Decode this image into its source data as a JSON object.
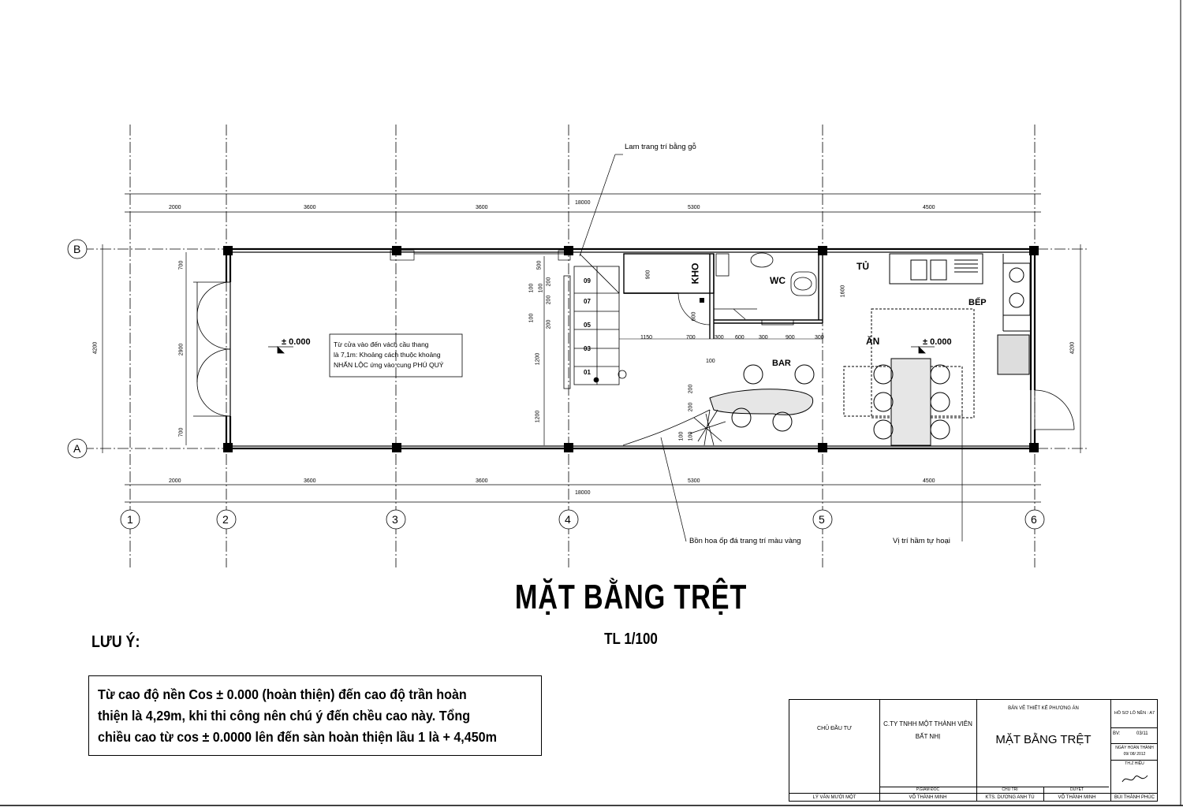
{
  "drawing": {
    "title": "MẶT BẰNG TRỆT",
    "scale": "TL 1/100",
    "note_label": "LƯU Ý:",
    "note_lines": [
      "Từ cao độ nền Cos ± 0.000  (hoàn thiện)  đến cao độ trần hoàn",
      "thiện là 4,29m, khi thi công nên chú ý đến chều cao này. Tổng",
      "chiều cao từ cos ± 0.0000 lên đến sàn hoàn thiện lầu 1 là + 4,450m"
    ]
  },
  "plan": {
    "grid_cols": [
      "1",
      "2",
      "3",
      "4",
      "5",
      "6"
    ],
    "grid_rows": [
      "B",
      "A"
    ],
    "dims_top": [
      "2000",
      "3600",
      "3600",
      "5300",
      "4500"
    ],
    "dims_bottom": [
      "2000",
      "3600",
      "3600",
      "5300",
      "4500"
    ],
    "total": "18000",
    "total_bottom": "18000",
    "side_left": "4200",
    "side_right": "4200",
    "left_dims": [
      "700",
      "2900",
      "700"
    ],
    "stair_dims": [
      "500",
      "200",
      "100",
      "100",
      "200",
      "100",
      "200",
      "1200",
      "1200"
    ],
    "wc_dims": [
      "1150",
      "700",
      "300",
      "600",
      "300",
      "900",
      "300"
    ],
    "misc_dims": [
      "900",
      "600",
      "1600",
      "100",
      "200",
      "200",
      "100",
      "100"
    ],
    "stair_steps": [
      "09",
      "07",
      "05",
      "03",
      "01"
    ],
    "rooms": {
      "kho": "KHO",
      "wc": "WC",
      "tu": "TỦ",
      "bep": "BẾP",
      "an": "ĂN",
      "bar": "BAR"
    },
    "level_left": "± 0.000",
    "level_right": "± 0.000",
    "note_lines": [
      "Từ cửa vào đến vách cầu thang",
      "là 7,1m: Khoảng cách thuộc khoảng",
      "NHẤN LỘC ứng vào cung PHÚ QUÝ"
    ],
    "callouts": {
      "lam": "Lam trang trí bằng gỗ",
      "bon_hoa": "Bồn hoa ốp đá trang trí màu vàng",
      "ham": "Vị trí hầm tự hoại"
    }
  },
  "title_block": {
    "owner_label": "CHỦ ĐẦU TƯ",
    "company": "C.TY TNHH MỘT THÀNH VIÊN",
    "company2": "BẤT NHỊ",
    "drawing_type": "BẢN VẼ THIẾT KẾ PHƯƠNG ÁN",
    "sheet_title": "MẶT BẰNG TRỆT",
    "file_label": "HỒ SƠ LÔ NỀN :   A7",
    "sheet_no_label": "BV:",
    "sheet_no": "03/11",
    "date_label": "NGÀY HOÀN THÀNH",
    "date": "09/ 08/ 2012",
    "revised_label": "TH.Z HIỆU",
    "role_1": "P.GIÁM ĐỐC",
    "role_2": "CHỦ TRÌ",
    "role_3": "DUYỆT",
    "name_owner": "LÝ VĂN MƯỜI MỘT",
    "name_1": "VÕ THÀNH MINH",
    "name_2": "KTS. DƯƠNG ANH TÚ",
    "name_3": "VÕ THÀNH MINH",
    "name_4": "BÙI THÀNH PHÚC"
  }
}
